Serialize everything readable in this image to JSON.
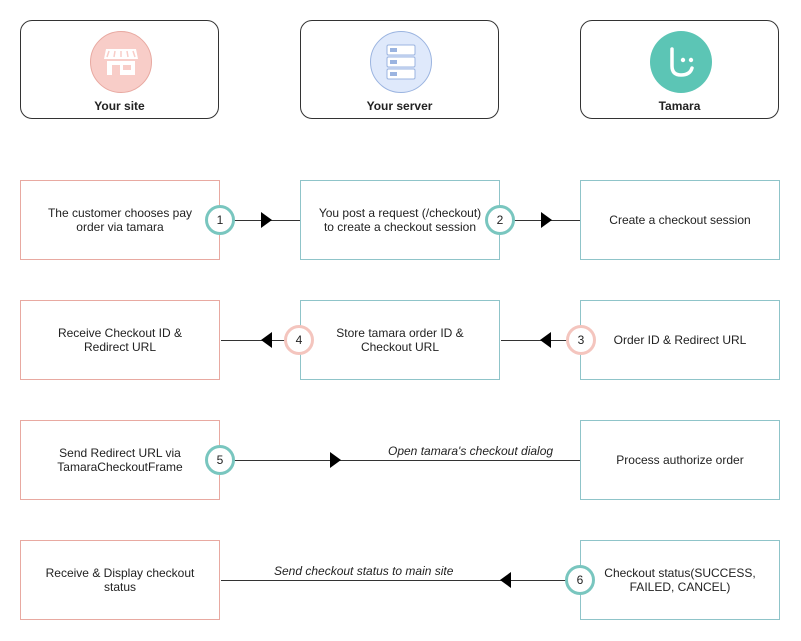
{
  "colors": {
    "site_border": "#e8a9a1",
    "server_border": "#8fc4c9",
    "site_icon_bg": "#f8cdc8",
    "server_icon_bg": "#dfe9fb",
    "tamara_icon_bg": "#5cc5b5",
    "badge_teal": "#79c6bf",
    "badge_red": "#f4c5be"
  },
  "lanes": [
    {
      "label": "Your site",
      "icon": "store-icon"
    },
    {
      "label": "Your server",
      "icon": "server-icon"
    },
    {
      "label": "Tamara",
      "icon": "tamara-smile-icon"
    }
  ],
  "rows": [
    {
      "boxes": [
        "The customer chooses pay\norder via tamara",
        "You post a request (/checkout)\nto create a checkout session",
        "Create a checkout session"
      ],
      "badges": [
        "1",
        "2"
      ]
    },
    {
      "boxes": [
        "Receive Checkout ID &\nRedirect URL",
        "Store tamara order ID &\nCheckout URL",
        "Order ID & Redirect URL"
      ],
      "badges": [
        "4",
        "3"
      ]
    },
    {
      "boxes": [
        "Send Redirect URL via\nTamaraCheckoutFrame",
        "Process authorize order"
      ],
      "badge": "5",
      "edge_label": "Open tamara's checkout dialog"
    },
    {
      "boxes": [
        "Receive & Display checkout\nstatus",
        "Checkout status(SUCCESS,\nFAILED, CANCEL)"
      ],
      "badge": "6",
      "edge_label": "Send  checkout status to main site"
    }
  ]
}
